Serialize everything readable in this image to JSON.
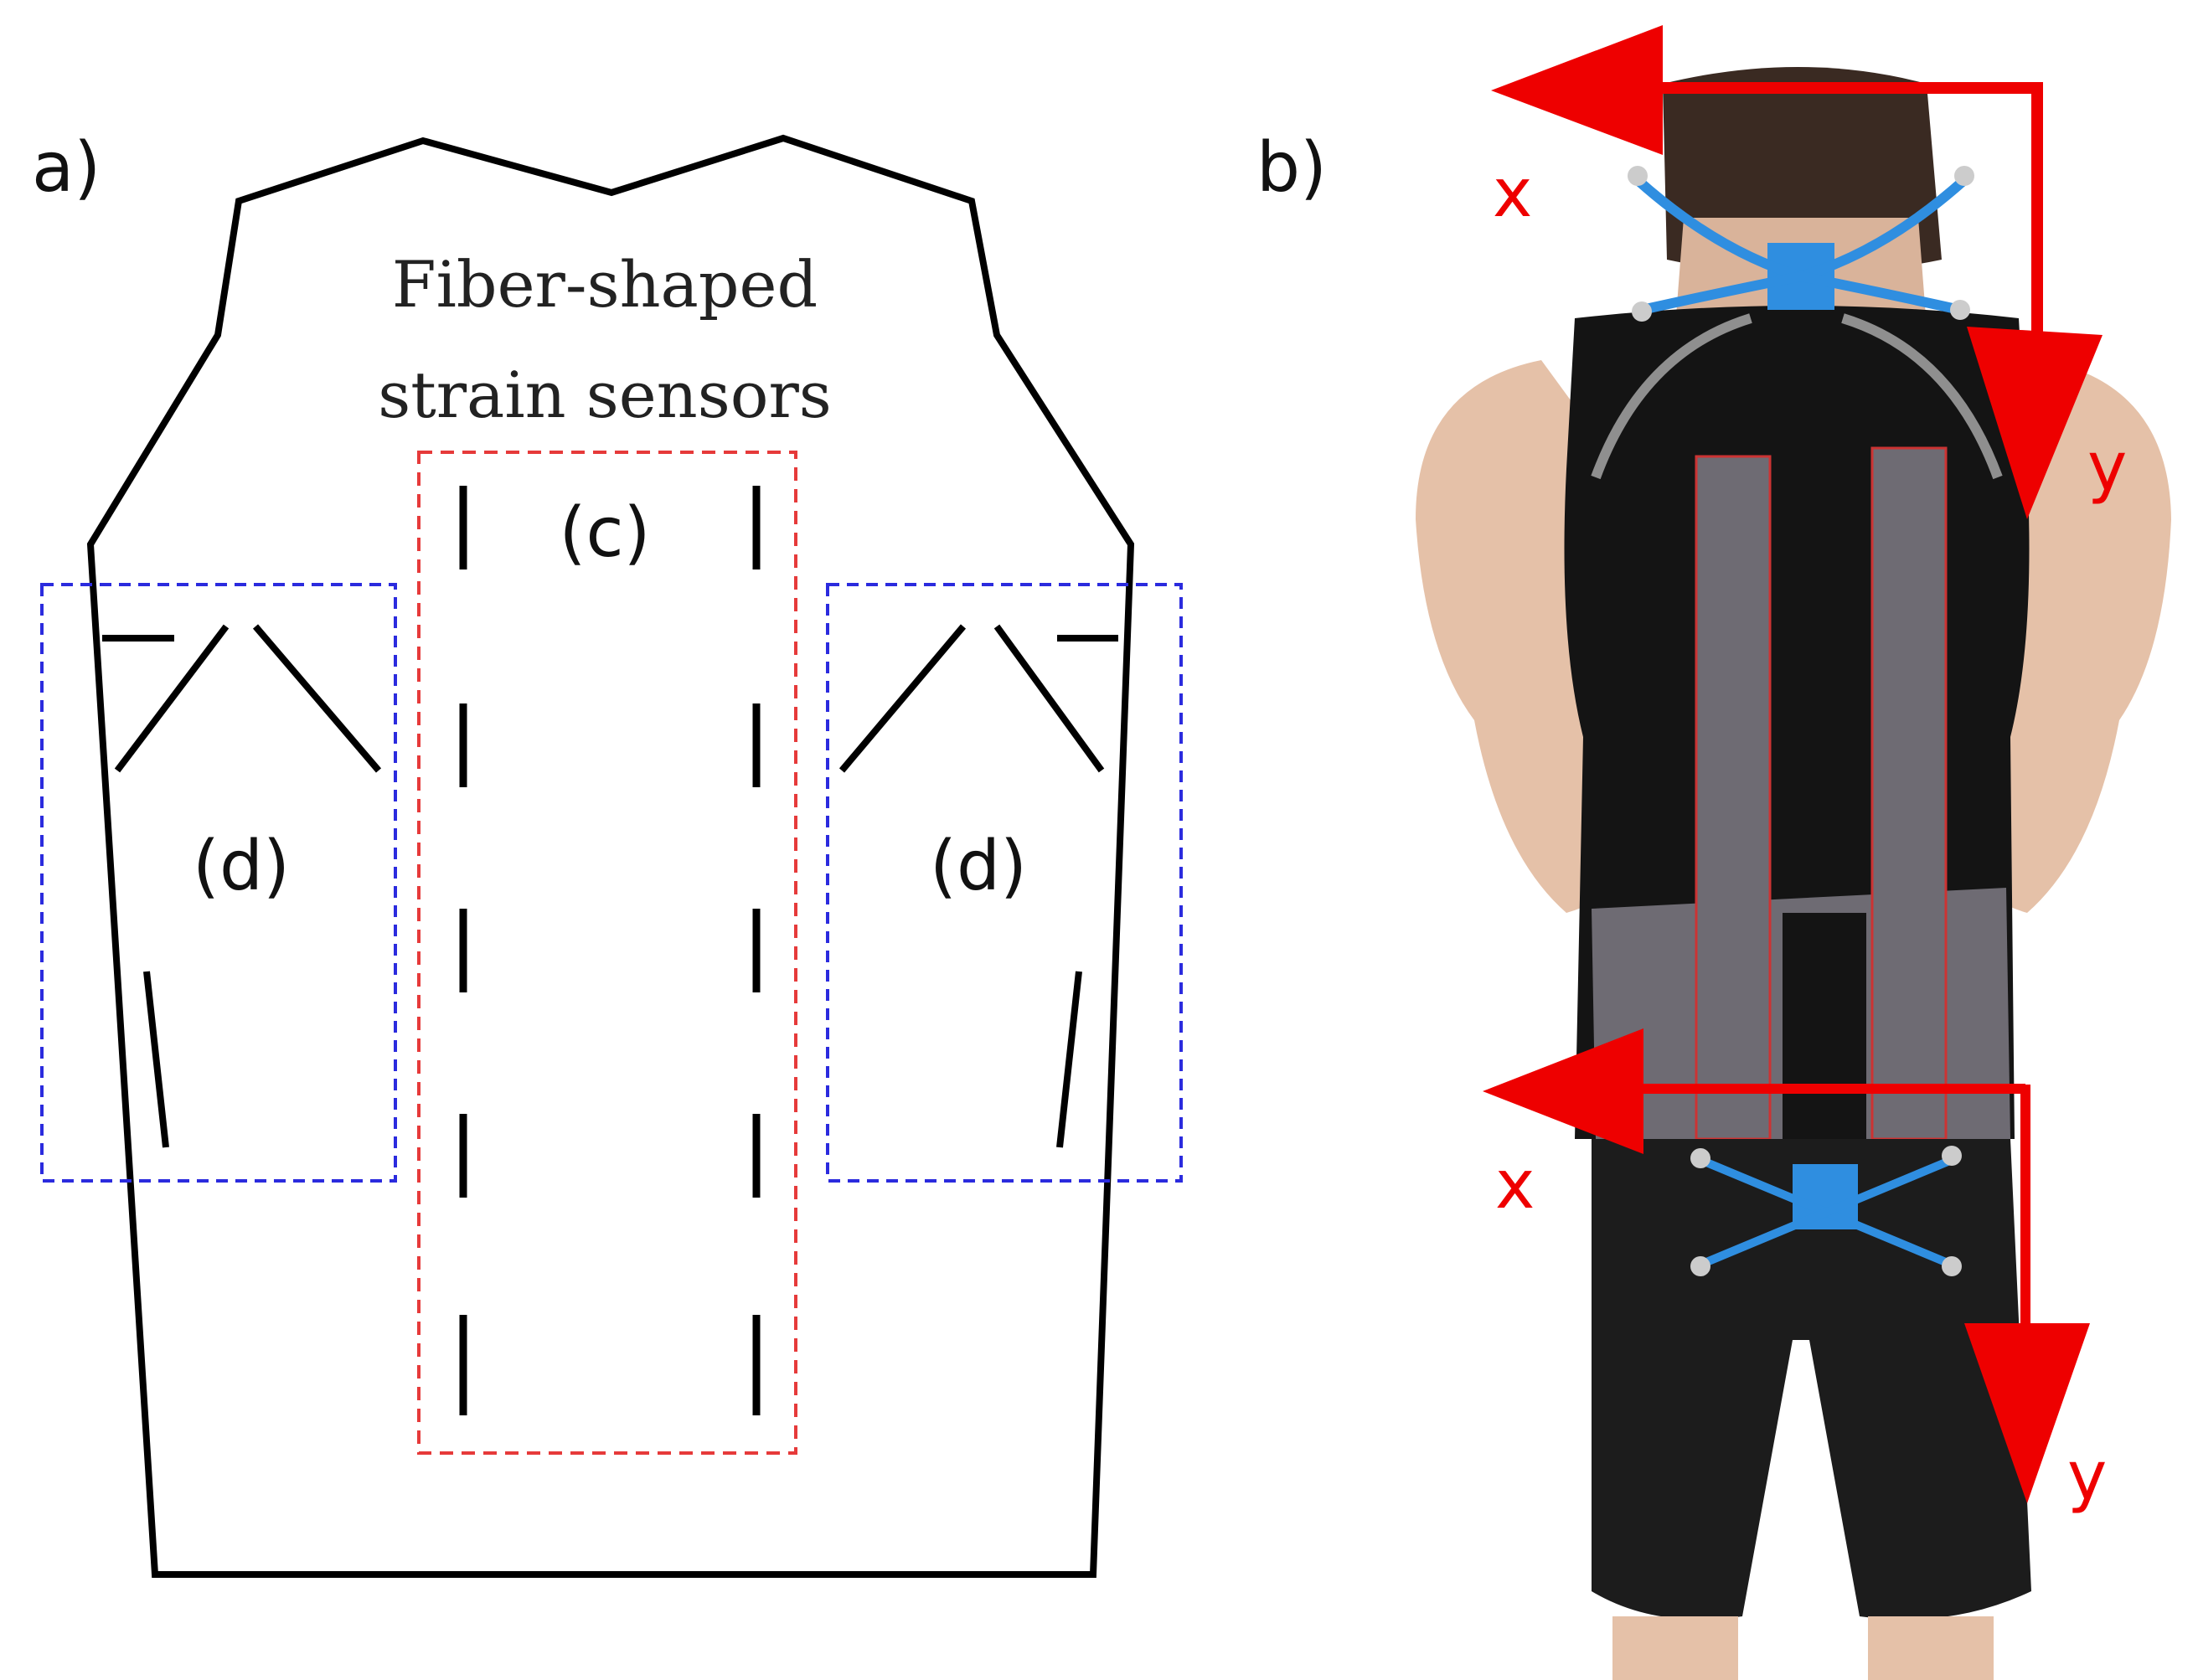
{
  "panels": {
    "a_label": "a)",
    "b_label": "b)"
  },
  "vest": {
    "title_line1": "Fiber-shaped",
    "title_line2": "strain sensors",
    "region_c": "(c)",
    "region_d_left": "(d)",
    "region_d_right": "(d)"
  },
  "axes": {
    "upper_x": "x",
    "upper_y": "y",
    "lower_x": "x",
    "lower_y": "y"
  },
  "colors": {
    "outline": "#000000",
    "spine_box": "#e63a3a",
    "shoulder_box": "#2b2bde",
    "axis_arrow": "#ee0000",
    "garment": "#141414",
    "sensor_strip": "#6e6b73",
    "skin": "#e5c1a8",
    "marker": "#2f8ee0"
  }
}
